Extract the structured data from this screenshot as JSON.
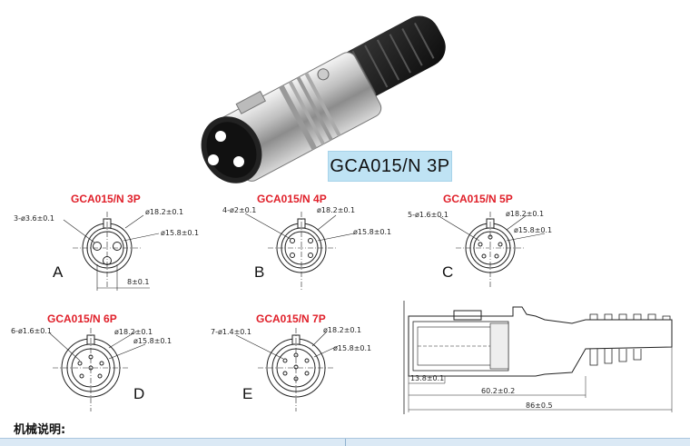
{
  "product": {
    "label": "GCA015/N 3P"
  },
  "variants": [
    {
      "letter": "A",
      "title": "GCA015/N 3P",
      "pins": "3-ø3.6±0.1",
      "outer": "ø18.2±0.1",
      "inner": "ø15.8±0.1",
      "extra": "8±0.1"
    },
    {
      "letter": "B",
      "title": "GCA015/N 4P",
      "pins": "4-ø2±0.1",
      "outer": "ø18.2±0.1",
      "inner": "ø15.8±0.1"
    },
    {
      "letter": "C",
      "title": "GCA015/N 5P",
      "pins": "5-ø1.6±0.1",
      "outer": "ø18.2±0.1",
      "inner": "ø15.8±0.1"
    },
    {
      "letter": "D",
      "title": "GCA015/N 6P",
      "pins": "6-ø1.6±0.1",
      "outer": "ø18.2±0.1",
      "inner": "ø15.8±0.1"
    },
    {
      "letter": "E",
      "title": "GCA015/N 7P",
      "pins": "7-ø1.4±0.1",
      "outer": "ø18.2±0.1",
      "inner": "ø15.8±0.1"
    }
  ],
  "side_view": {
    "dim_front": "13.8±0.1",
    "dim_body": "60.2±0.2",
    "dim_total": "86±0.5"
  },
  "section": {
    "title": "机械说明:"
  }
}
